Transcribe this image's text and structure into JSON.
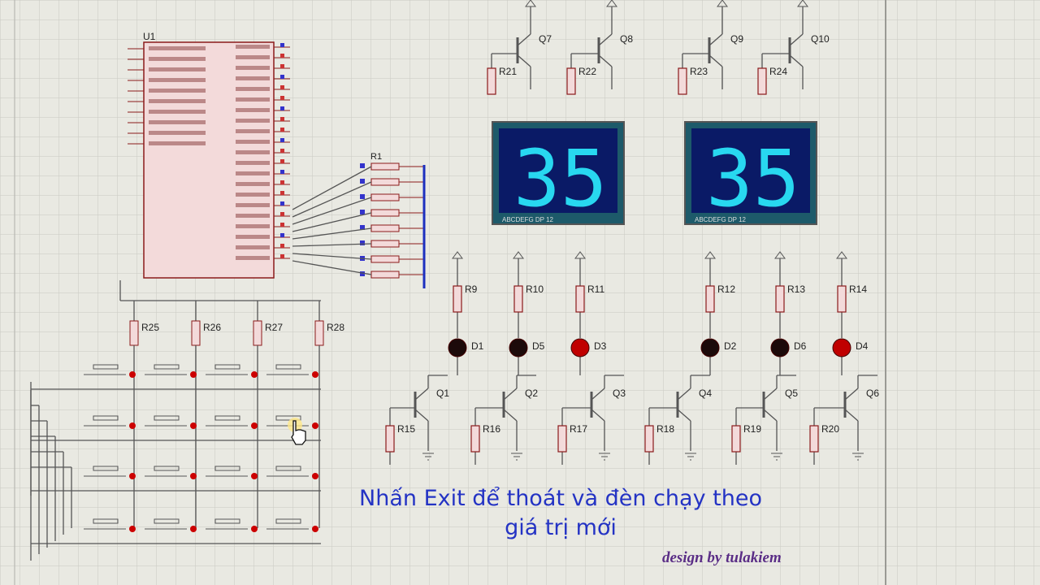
{
  "schematic": {
    "mcu": {
      "ref": "U1"
    },
    "displays": [
      {
        "value": "35"
      },
      {
        "value": "35"
      }
    ],
    "resistors": [
      "R1",
      "R9",
      "R10",
      "R11",
      "R12",
      "R13",
      "R14",
      "R15",
      "R16",
      "R17",
      "R18",
      "R19",
      "R20",
      "R21",
      "R22",
      "R23",
      "R24",
      "R25",
      "R26",
      "R27",
      "R28"
    ],
    "transistors": [
      "Q1",
      "Q2",
      "Q3",
      "Q4",
      "Q5",
      "Q6",
      "Q7",
      "Q8",
      "Q9",
      "Q10"
    ],
    "leds": [
      "D1",
      "D5",
      "D3",
      "D2",
      "D6",
      "D4"
    ],
    "led_colors": {
      "D1": "#1c0a0a",
      "D5": "#1c0a0a",
      "D3": "#c00000",
      "D2": "#1c0a0a",
      "D6": "#1c0a0a",
      "D4": "#c00000"
    }
  },
  "caption": {
    "line1": "Nhấn Exit để thoát và đèn chạy theo",
    "line2": "giá trị mới"
  },
  "credit": "design by tulakiem",
  "colors": {
    "background": "#e9e9e2",
    "grid": "#c9c9c2",
    "wire": "#555555",
    "component": "#8b1a1a",
    "display_bg": "#0a1a66",
    "segment": "#28d8f0",
    "caption": "#2433c4"
  }
}
